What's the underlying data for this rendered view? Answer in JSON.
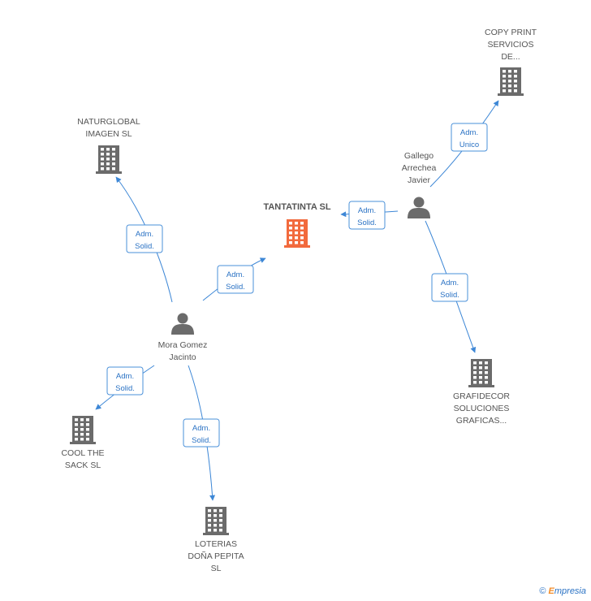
{
  "diagram": {
    "center": {
      "id": "tantatinta",
      "label": [
        "TANTATINTA SL"
      ]
    },
    "people": [
      {
        "id": "mora",
        "label": [
          "Mora Gomez",
          "Jacinto"
        ]
      },
      {
        "id": "gallego",
        "label": [
          "Gallego",
          "Arrechea",
          "Javier"
        ]
      }
    ],
    "companies": [
      {
        "id": "naturglobal",
        "label": [
          "NATURGLOBAL",
          "IMAGEN SL"
        ]
      },
      {
        "id": "copyprint",
        "label": [
          "COPY PRINT",
          "SERVICIOS",
          "DE..."
        ]
      },
      {
        "id": "coolthesack",
        "label": [
          "COOL THE",
          "SACK SL"
        ]
      },
      {
        "id": "loterias",
        "label": [
          "LOTERIAS",
          "DOÑA PEPITA",
          "SL"
        ]
      },
      {
        "id": "grafidecor",
        "label": [
          "GRAFIDECOR",
          "SOLUCIONES",
          "GRAFICAS..."
        ]
      }
    ],
    "relations": [
      {
        "from": "mora",
        "to": "naturglobal",
        "label": [
          "Adm.",
          "Solid."
        ]
      },
      {
        "from": "mora",
        "to": "tantatinta",
        "label": [
          "Adm.",
          "Solid."
        ]
      },
      {
        "from": "mora",
        "to": "coolthesack",
        "label": [
          "Adm.",
          "Solid."
        ]
      },
      {
        "from": "mora",
        "to": "loterias",
        "label": [
          "Adm.",
          "Solid."
        ]
      },
      {
        "from": "gallego",
        "to": "tantatinta",
        "label": [
          "Adm.",
          "Solid."
        ]
      },
      {
        "from": "gallego",
        "to": "copyprint",
        "label": [
          "Adm.",
          "Unico"
        ]
      },
      {
        "from": "gallego",
        "to": "grafidecor",
        "label": [
          "Adm.",
          "Solid."
        ]
      }
    ]
  },
  "footer": {
    "copyright_symbol": "©",
    "brand_initial": "E",
    "brand_rest": "mpresia"
  },
  "colors": {
    "edge": "#3d87d6",
    "center_building": "#f26a3d",
    "node": "#6b6b6b"
  }
}
